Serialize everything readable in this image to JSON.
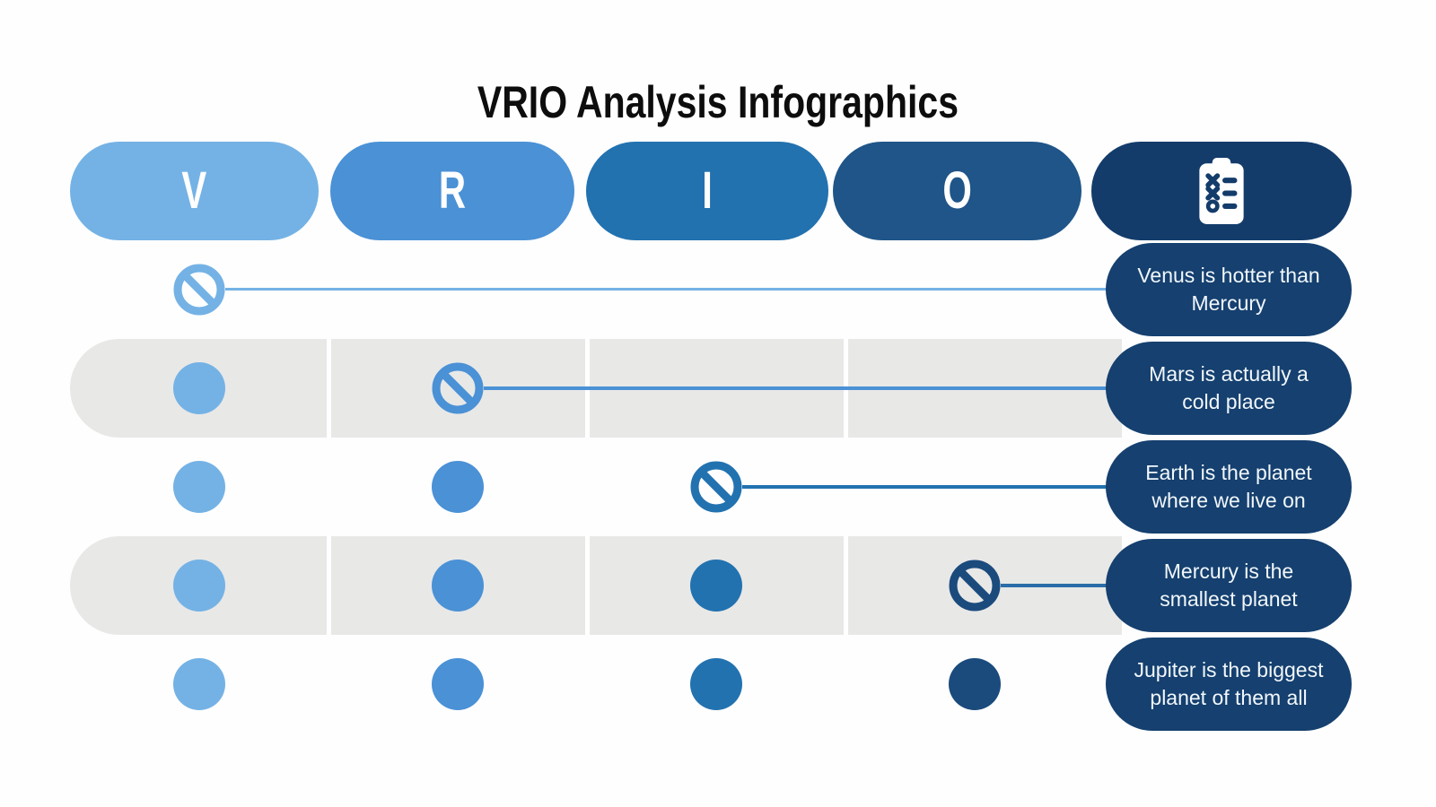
{
  "title": "VRIO Analysis Infographics",
  "header": {
    "columns": [
      {
        "key": "V",
        "label": "V"
      },
      {
        "key": "R",
        "label": "R"
      },
      {
        "key": "I",
        "label": "I"
      },
      {
        "key": "O",
        "label": "O"
      }
    ],
    "notes_icon": "checklist-clipboard-icon"
  },
  "rows": [
    {
      "label": "Venus is hotter than\nMercury",
      "filled_columns": [],
      "blocked_column": "V"
    },
    {
      "label": "Mars is actually a\ncold place",
      "filled_columns": [
        "V"
      ],
      "blocked_column": "R"
    },
    {
      "label": "Earth is the planet\nwhere we live on",
      "filled_columns": [
        "V",
        "R"
      ],
      "blocked_column": "I"
    },
    {
      "label": "Mercury is the\nsmallest planet",
      "filled_columns": [
        "V",
        "R",
        "I"
      ],
      "blocked_column": "O"
    },
    {
      "label": "Jupiter is the biggest\nplanet of them all",
      "filled_columns": [
        "V",
        "R",
        "I",
        "O"
      ],
      "blocked_column": null
    }
  ],
  "colors": {
    "v": "#74B2E5",
    "r": "#4A91D6",
    "i": "#2272B0",
    "o_header": "#1F5588",
    "o_deep": "#1B4B7D",
    "navy": "#15406F",
    "navy_dark": "#133C6B",
    "gray_band": "#E8E8E7",
    "line_row4": "#2B6DA9",
    "title_color": "#0D0D0D",
    "label_text": "#F2F7FB"
  }
}
